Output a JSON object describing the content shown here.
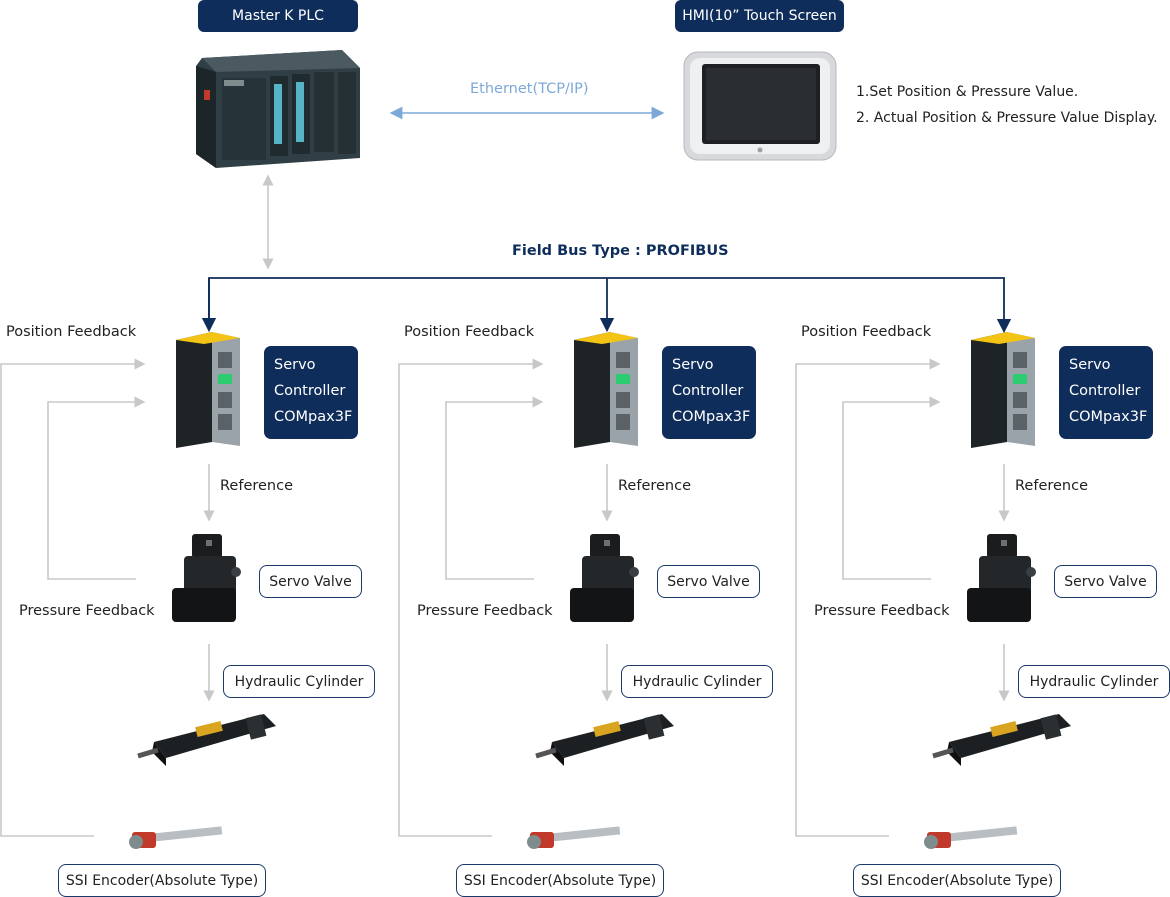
{
  "top": {
    "plc_label": "Master K PLC",
    "hmi_label": "HMI(10” Touch Screen",
    "ethernet_label": "Ethernet(TCP/IP)",
    "hmi_notes": [
      "1.Set Position & Pressure Value.",
      "2. Actual Position & Pressure Value Display."
    ],
    "fieldbus_label": "Field Bus Type : PROFIBUS"
  },
  "units": [
    {
      "position_feedback": "Position Feedback",
      "servo_controller": [
        "Servo",
        "Controller",
        "COMpax3F"
      ],
      "reference": "Reference",
      "servo_valve": "Servo Valve",
      "pressure_feedback": "Pressure Feedback",
      "hydraulic_cylinder": "Hydraulic Cylinder",
      "ssi_encoder": "SSI Encoder(Absolute Type)"
    },
    {
      "position_feedback": "Position Feedback",
      "servo_controller": [
        "Servo",
        "Controller",
        "COMpax3F"
      ],
      "reference": "Reference",
      "servo_valve": "Servo Valve",
      "pressure_feedback": "Pressure Feedback",
      "hydraulic_cylinder": "Hydraulic Cylinder",
      "ssi_encoder": "SSI Encoder(Absolute Type)"
    },
    {
      "position_feedback": "Position Feedback",
      "servo_controller": [
        "Servo",
        "Controller",
        "COMpax3F"
      ],
      "reference": "Reference",
      "servo_valve": "Servo Valve",
      "pressure_feedback": "Pressure Feedback",
      "hydraulic_cylinder": "Hydraulic Cylinder",
      "ssi_encoder": "SSI Encoder(Absolute Type)"
    }
  ],
  "colors": {
    "navy": "#0f2d5b",
    "ethernet": "#7ea8d8",
    "connector": "#c8c8c8"
  }
}
